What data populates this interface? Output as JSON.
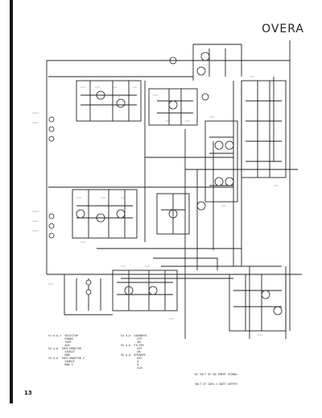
{
  "title": "OVERA",
  "page_number": "13",
  "switch_legend": {
    "col1": [
      [
        "S1 a,b,c",
        "SELECTOR"
      ],
      [
        "",
        "PHONO"
      ],
      [
        "",
        "TAPE"
      ],
      [
        "",
        "AUX"
      ],
      [
        "S2 a,b",
        "TAPE MONITOR"
      ],
      [
        "",
        "SOURCE"
      ],
      [
        "",
        "MON"
      ],
      [
        "S3 a,b",
        "TAPE MONITOR 2"
      ],
      [
        "",
        "SOURCE"
      ],
      [
        "",
        "MON 2"
      ]
    ],
    "col2": [
      [
        "S4 a,b",
        "LOUDNESS"
      ],
      [
        "",
        "OFF"
      ],
      [
        "",
        "ON"
      ],
      [
        "S5 a,b",
        "FILTER"
      ],
      [
        "",
        "OFF"
      ],
      [
        "",
        "ON"
      ],
      [
        "S6 a,b",
        "SPEAKER"
      ],
      [
        "",
        "OFF"
      ],
      [
        "",
        "A"
      ],
      [
        "",
        "B"
      ],
      [
        "",
        "A+B"
      ]
    ]
  },
  "notes": [
    "DC VOLT AT NO INPUT SIGNAL",
    "VOLT AT 1kHz 1 WATT OUTPUT"
  ]
}
